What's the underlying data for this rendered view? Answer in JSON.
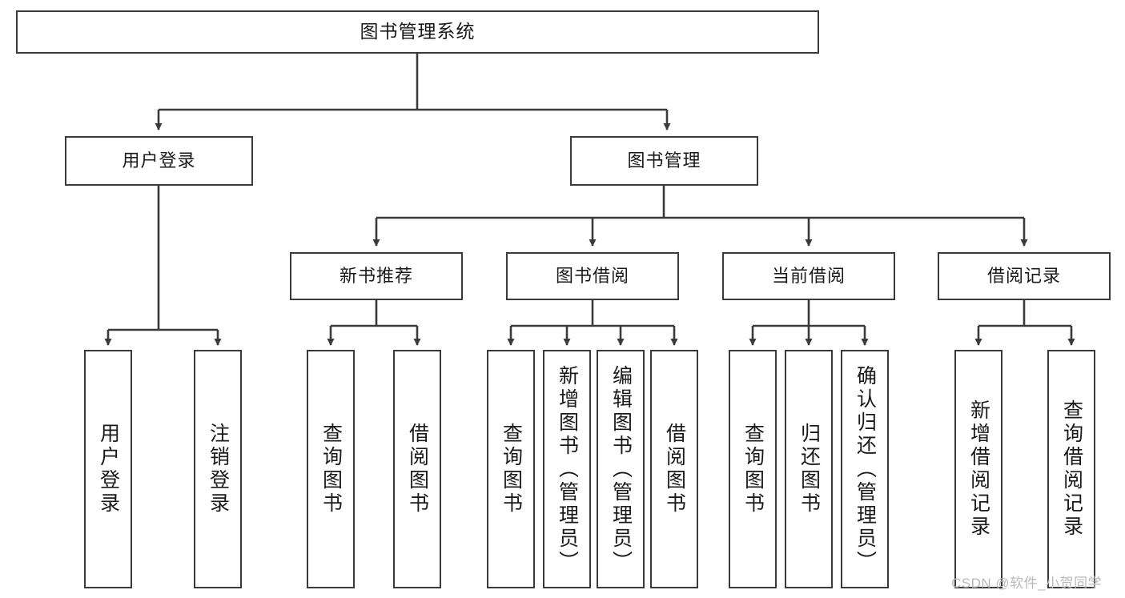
{
  "diagram": {
    "kind": "tree-hierarchy-chart",
    "title": "图书管理系统",
    "watermark": "CSDN @软件_小贺同学",
    "colors": {
      "box_border": "#3a3a3a",
      "box_fill": "#ffffff",
      "edge": "#3a3a3a",
      "text": "#1a1a1a",
      "watermark": "#b9b9b9",
      "background": "#ffffff"
    }
  },
  "nodes": {
    "root": {
      "id": "root",
      "label": "图书管理系统",
      "level": 1,
      "orientation": "horizontal"
    },
    "level2": [
      {
        "id": "user-login",
        "label": "用户登录",
        "level": 2,
        "orientation": "horizontal"
      },
      {
        "id": "book-management",
        "label": "图书管理",
        "level": 2,
        "orientation": "horizontal"
      }
    ],
    "level3": [
      {
        "id": "new-book-recommend",
        "label": "新书推荐",
        "level": 3,
        "orientation": "horizontal",
        "parent": "book-management"
      },
      {
        "id": "book-borrow",
        "label": "图书借阅",
        "level": 3,
        "orientation": "horizontal",
        "parent": "book-management"
      },
      {
        "id": "current-borrow",
        "label": "当前借阅",
        "level": 3,
        "orientation": "horizontal",
        "parent": "book-management"
      },
      {
        "id": "borrow-record",
        "label": "借阅记录",
        "level": 3,
        "orientation": "horizontal",
        "parent": "book-management"
      }
    ],
    "leaves": [
      {
        "id": "leaf-user-login",
        "label": "用户登录",
        "parent": "user-login",
        "orientation": "vertical"
      },
      {
        "id": "leaf-logout-login",
        "label": "注销登录",
        "parent": "user-login",
        "orientation": "vertical"
      },
      {
        "id": "leaf-query-book-1",
        "label": "查询图书",
        "parent": "new-book-recommend",
        "orientation": "vertical"
      },
      {
        "id": "leaf-borrow-book-1",
        "label": "借阅图书",
        "parent": "new-book-recommend",
        "orientation": "vertical"
      },
      {
        "id": "leaf-query-book-2",
        "label": "查询图书",
        "parent": "book-borrow",
        "orientation": "vertical"
      },
      {
        "id": "leaf-add-book",
        "label": "新增图书（管理员）",
        "parent": "book-borrow",
        "orientation": "vertical"
      },
      {
        "id": "leaf-edit-book",
        "label": "编辑图书（管理员）",
        "parent": "book-borrow",
        "orientation": "vertical"
      },
      {
        "id": "leaf-borrow-book-2",
        "label": "借阅图书",
        "parent": "book-borrow",
        "orientation": "vertical"
      },
      {
        "id": "leaf-query-book-3",
        "label": "查询图书",
        "parent": "current-borrow",
        "orientation": "vertical"
      },
      {
        "id": "leaf-return-book",
        "label": "归还图书",
        "parent": "current-borrow",
        "orientation": "vertical"
      },
      {
        "id": "leaf-confirm-return",
        "label": "确认归还（管理员）",
        "parent": "current-borrow",
        "orientation": "vertical"
      },
      {
        "id": "leaf-add-borrow-record",
        "label": "新增借阅记录",
        "parent": "borrow-record",
        "orientation": "vertical"
      },
      {
        "id": "leaf-query-borrow-record",
        "label": "查询借阅记录",
        "parent": "borrow-record",
        "orientation": "vertical"
      }
    ]
  }
}
